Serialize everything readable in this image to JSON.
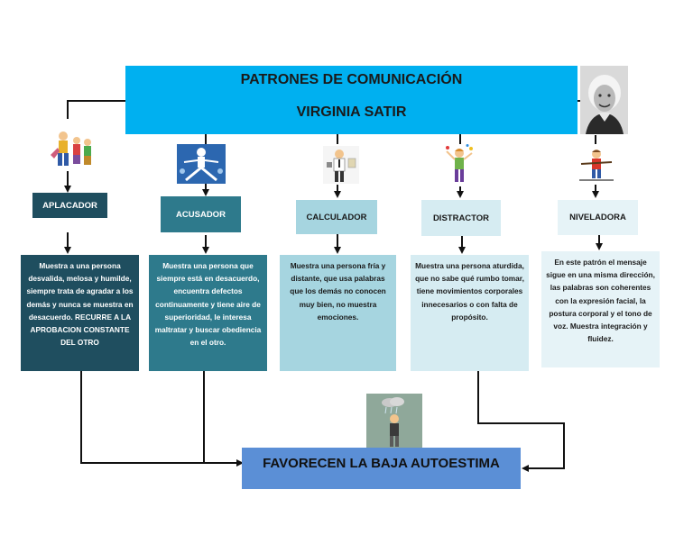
{
  "title": {
    "line1": "PATRONES DE COMUNICACIÓN",
    "line2": "VIRGINIA SATIR"
  },
  "patterns": [
    {
      "label": "APLACADOR",
      "description": "Muestra a una persona desvalida, melosa y humilde, siempre trata de agradar a los demás y nunca se muestra en desacuerdo. RECURRE A LA APROBACION CONSTANTE DEL OTRO"
    },
    {
      "label": "ACUSADOR",
      "description": "Muestra una persona que siempre está en desacuerdo, encuentra defectos continuamente y tiene aire de superioridad, le interesa maltratar y buscar obediencia en el otro."
    },
    {
      "label": "CALCULADOR",
      "description": "Muestra una persona fría y distante, que usa palabras que los demás no conocen muy bien, no muestra emociones."
    },
    {
      "label": "DISTRACTOR",
      "description": "Muestra una persona aturdida, que no sabe qué rumbo tomar, tiene movimientos corporales innecesarios o con falta de propósito."
    },
    {
      "label": "NIVELADORA",
      "description": "En este patrón el mensaje sigue en una misma dirección, las palabras son coherentes con la expresión facial, la postura corporal y el tono de voz. Muestra integración y fluidez."
    }
  ],
  "result": "FAVORECEN LA BAJA AUTOESTIMA",
  "icons": [
    "portrait-icon",
    "aplacador-figure-icon",
    "acusador-figure-icon",
    "calculador-figure-icon",
    "distractor-figure-icon",
    "niveladora-figure-icon",
    "sad-person-icon"
  ]
}
